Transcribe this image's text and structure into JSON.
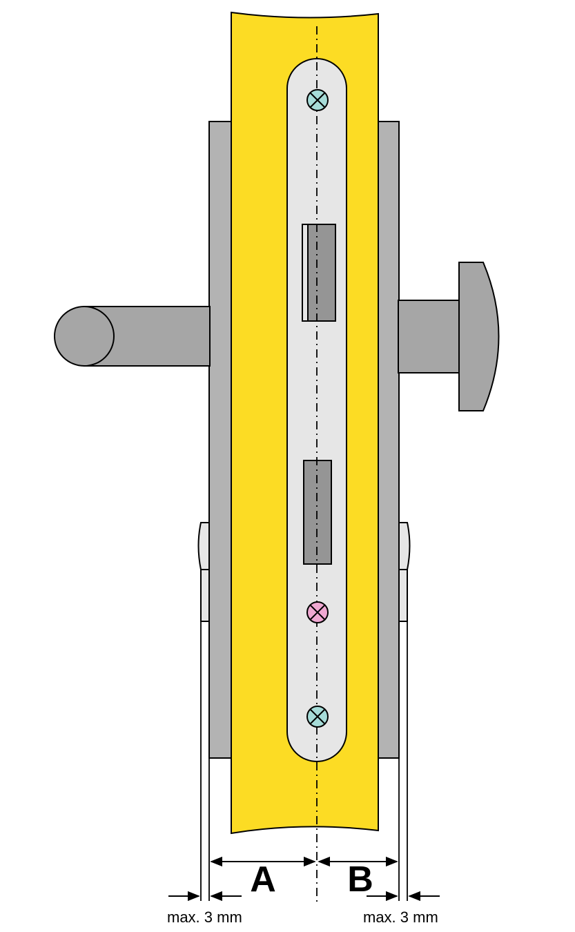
{
  "colors": {
    "door": "#FCDC24",
    "plate": "#E6E6E6",
    "rose": "#B3B3B3",
    "hardware": "#A6A6A6",
    "cutout": "#959595",
    "screw_cyan": "#A6DCD8",
    "screw_pink": "#F0A8D2",
    "outline": "#000000"
  },
  "icons": {
    "top_screw": "cross-screw-icon",
    "middle_screw": "cross-screw-icon",
    "bottom_screw": "cross-screw-icon"
  },
  "dimensions": {
    "label_a": "A",
    "label_b": "B",
    "left_tolerance": "max. 3 mm",
    "right_tolerance": "max. 3 mm"
  }
}
